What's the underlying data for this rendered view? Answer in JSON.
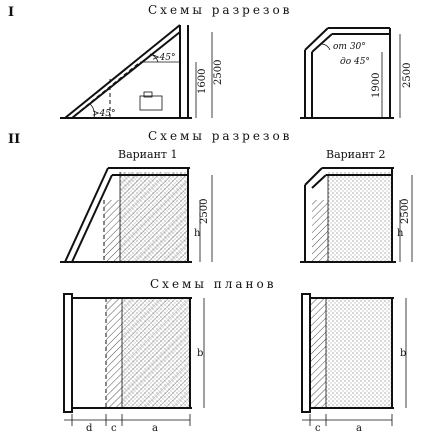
{
  "section_I": {
    "numeral": "I",
    "title": "Схемы разрезов",
    "left": {
      "angle_upper": ">45°",
      "angle_lower": ">45°",
      "dim_height": "1600",
      "dim_total": "2500"
    },
    "right": {
      "angle_line1": "от 30°",
      "angle_line2": "до 45°",
      "dim_height": "1900",
      "dim_total": "2500"
    }
  },
  "section_II": {
    "numeral": "II",
    "title_sections": "Схемы разрезов",
    "variant1": {
      "label": "Вариант 1",
      "dim_h": "h",
      "dim_total": "2500"
    },
    "variant2": {
      "label": "Вариант 2",
      "dim_h": "h",
      "dim_total": "2500"
    },
    "title_plans": "Схемы планов",
    "plan1": {
      "dim_b": "b",
      "dim_d": "d",
      "dim_c": "c",
      "dim_a": "a"
    },
    "plan2": {
      "dim_b": "b",
      "dim_c": "c",
      "dim_a": "a"
    }
  }
}
